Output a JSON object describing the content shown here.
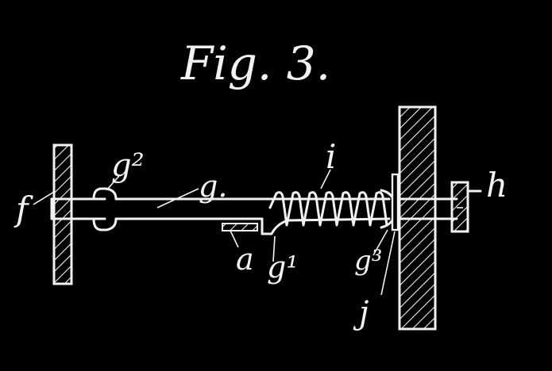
{
  "figure": {
    "title": "Fig. 3.",
    "labels": {
      "f": "f",
      "g2": "g²",
      "g": "g.",
      "i": "i",
      "h": "h",
      "a": "a",
      "g1": "g¹",
      "g3": "g³",
      "j": "j"
    }
  }
}
